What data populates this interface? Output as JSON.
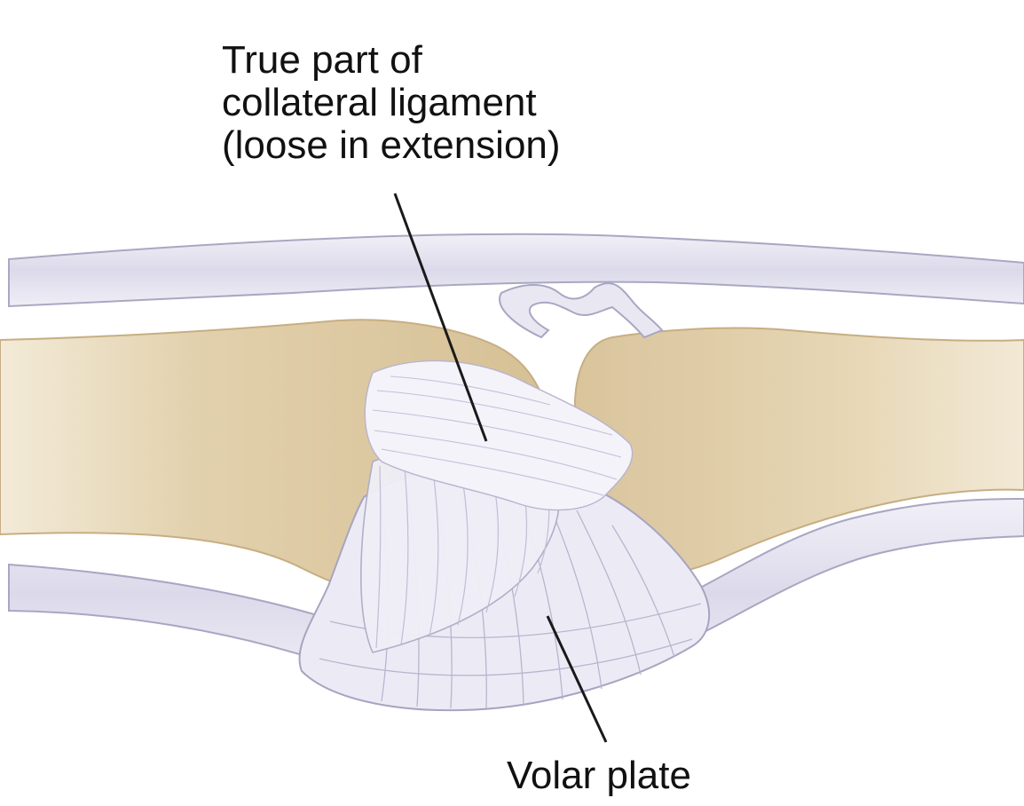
{
  "labels": {
    "collateral_ligament": {
      "line1": "True part of",
      "line2": "collateral ligament",
      "line3": "(loose in extension)"
    },
    "volar_plate": "Volar plate"
  },
  "colors": {
    "bone": "#ddc9a2",
    "bone_edge": "#c9b187",
    "tendon": "#e6e4f0",
    "tendon_edge": "#a9a6c3",
    "ligament": "#eeedf6",
    "leader_line": "#1a1a1a"
  }
}
